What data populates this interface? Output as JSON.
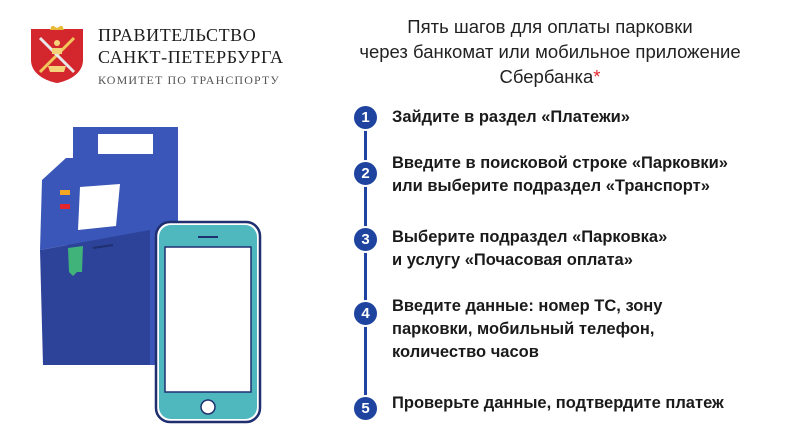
{
  "header": {
    "org_line1": "ПРАВИТЕЛЬСТВО",
    "org_line2": "САНКТ-ПЕТЕРБУРГА",
    "org_line3": "КОМИТЕТ ПО ТРАНСПОРТУ",
    "logo_icon": "saint-petersburg-coat-of-arms"
  },
  "title": {
    "line1": "Пять шагов для оплаты парковки",
    "line2": "через банкомат или мобильное приложение",
    "line3": "Сбербанка",
    "asterisk": "*"
  },
  "steps": [
    {
      "num": "1",
      "lines": [
        "Зайдите в раздел «Платежи»"
      ]
    },
    {
      "num": "2",
      "lines": [
        "Введите в поисковой строке «Парковки»",
        "или выберите подраздел «Транспорт»"
      ]
    },
    {
      "num": "3",
      "lines": [
        "Выберите подраздел «Парковка»",
        "и услугу «Почасовая оплата»"
      ]
    },
    {
      "num": "4",
      "lines": [
        "Введите данные: номер ТС, зону",
        "парковки, мобильный телефон,",
        "количество часов"
      ]
    },
    {
      "num": "5",
      "lines": [
        "Проверьте данные, подтвердите платеж"
      ]
    }
  ],
  "colors": {
    "accent": "#1f44a0",
    "atm_body": "#3a56b8",
    "atm_dark": "#2d4399",
    "phone_frame": "#4fb8bf",
    "asterisk": "#e3262e",
    "coat_red": "#d3262d"
  }
}
